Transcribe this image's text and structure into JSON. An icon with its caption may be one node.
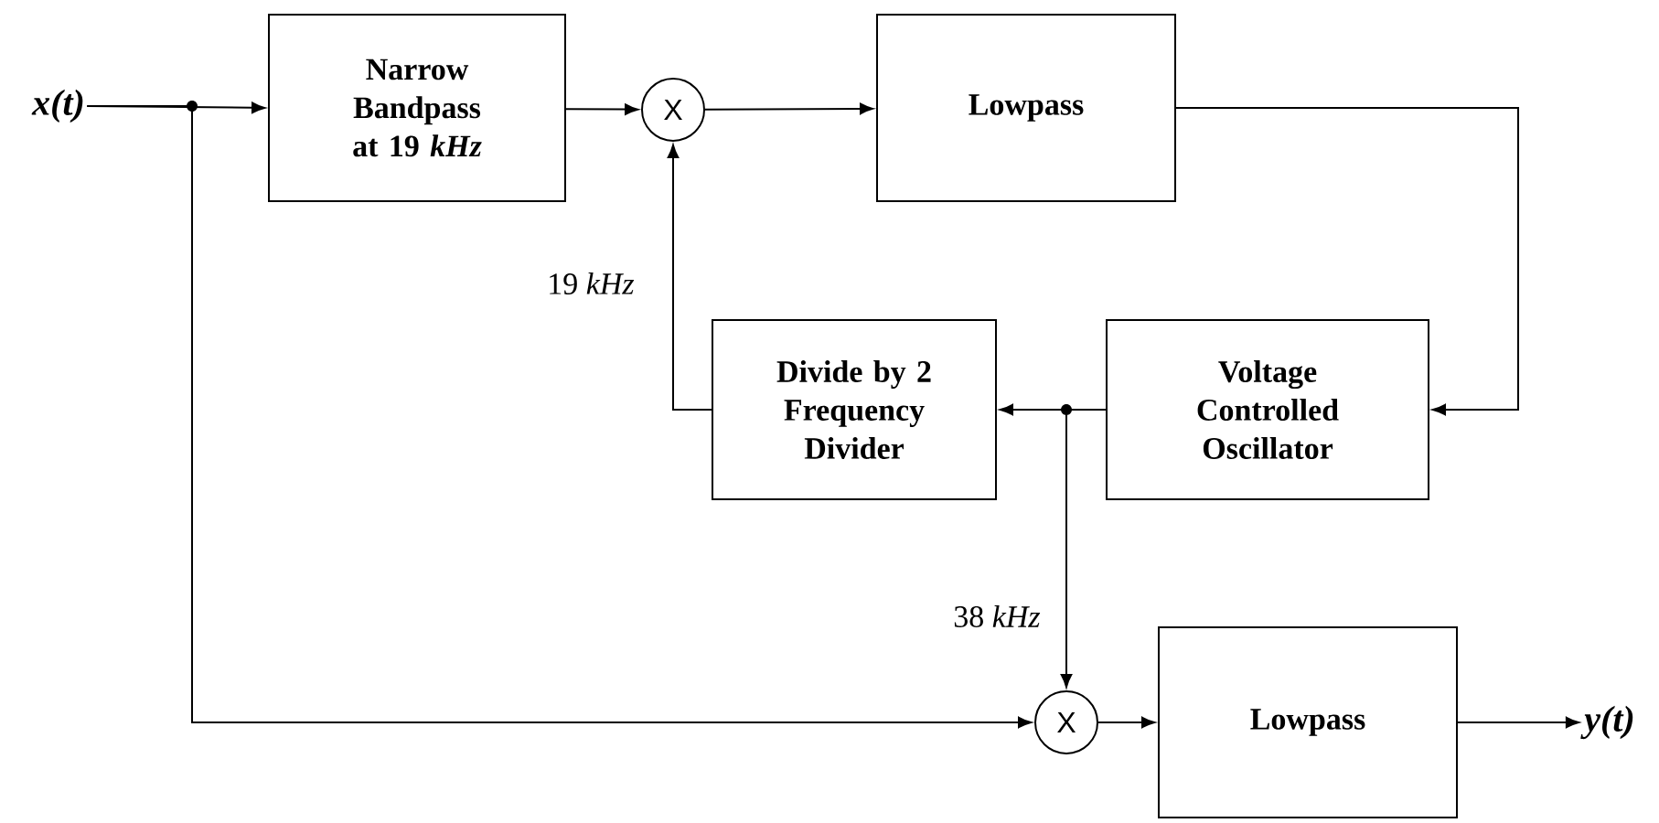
{
  "diagram": {
    "nodes": [
      {
        "text": [
          "x(t)"
        ]
      },
      {
        "text": [
          "Narrow Bandpass at 19 *kHz*"
        ]
      },
      {
        "text": [
          "X"
        ]
      },
      {
        "text": [
          "Lowpass"
        ]
      },
      {
        "text": [
          "Divide by 2 Frequency Divider"
        ]
      },
      {
        "text": [
          "Voltage Controlled Oscillator"
        ]
      },
      {
        "text": [
          "X"
        ]
      },
      {
        "text": [
          "Lowpass"
        ]
      },
      {
        "text": [
          "y(t)"
        ]
      }
    ],
    "edges": [
      {
        "from": 0,
        "to": 1,
        "arrow": "to"
      },
      {
        "from": 0,
        "to": 6,
        "arrow": "to"
      },
      {
        "from": 1,
        "to": 2,
        "arrow": "to"
      },
      {
        "from": 2,
        "to": 3,
        "arrow": "to"
      },
      {
        "from": 3,
        "to": 5,
        "arrow": "to"
      },
      {
        "from": 5,
        "to": 4,
        "arrow": "to"
      },
      {
        "from": 4,
        "to": 2,
        "arrow": "to",
        "label": "19 *kHz*"
      },
      {
        "from": 5,
        "to": 6,
        "arrow": "to",
        "label": "38 *kHz*"
      },
      {
        "from": 6,
        "to": 7,
        "arrow": "to"
      },
      {
        "from": 7,
        "to": 8,
        "arrow": "to"
      }
    ]
  }
}
